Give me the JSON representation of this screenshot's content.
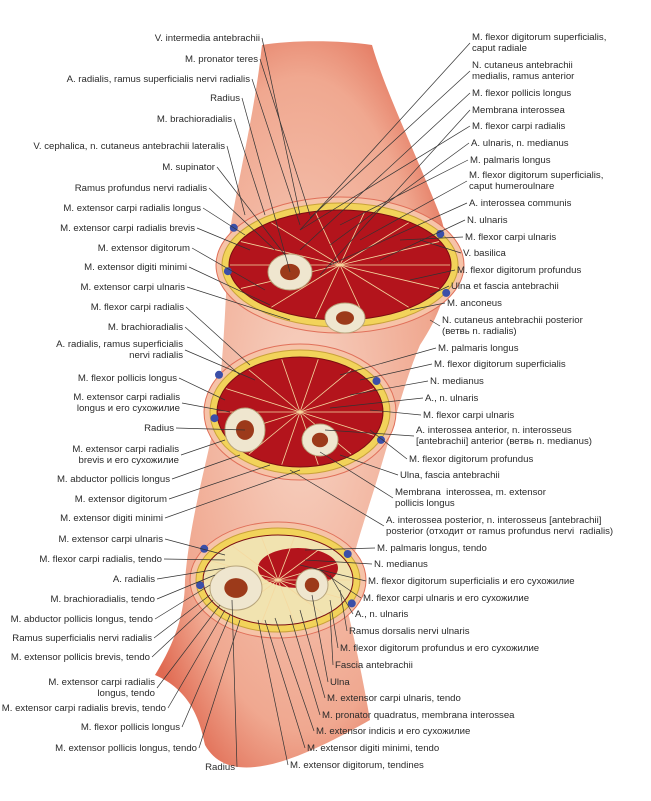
{
  "title": "Cross sections of the forearm",
  "left_labels": [
    "V. intermedia antebrachii",
    "M. pronator teres",
    "A. radialis, ramus superficialis nervi radialis",
    "Radius",
    "M. brachioradialis",
    "V. cephalica, n. cutaneus antebrachii lateralis",
    "M. supinator",
    "Ramus profundus nervi radialis",
    "M. extensor carpi radialis longus",
    "M. extensor carpi radialis brevis",
    "M. extensor digitorum",
    "M. extensor digiti minimi",
    "M. extensor carpi ulnaris",
    "M. flexor carpi radialis",
    "M. brachioradialis",
    "A. radialis, ramus superficialis\nnervi radialis",
    "M. flexor pollicis longus",
    "M. extensor carpi radialis\nlongus и его сухожилие",
    "Radius",
    "M. extensor carpi radialis\nbrevis и его сухожилие",
    "M. abductor pollicis longus",
    "M. extensor digitorum",
    "M. extensor digiti minimi",
    "M. extensor carpi ulnaris",
    "M. flexor carpi radialis, tendo",
    "A. radialis",
    "M. brachioradialis, tendo",
    "M. abductor pollicis longus, tendo",
    "Ramus superficialis nervi radialis",
    "M. extensor pollicis brevis, tendo",
    "M. extensor carpi radialis\nlongus, tendo",
    "M. extensor carpi radialis brevis, tendo",
    "M. flexor pollicis longus",
    "M. extensor pollicis longus, tendo",
    "Radius"
  ],
  "right_labels": [
    "M. flexor digitorum superficialis,\ncaput radiale",
    "N. cutaneus antebrachii\nmedialis, ramus anterior",
    "M. flexor pollicis longus",
    "Membrana interossea",
    "M. flexor carpi radialis",
    "A. ulnaris, n. medianus",
    "M. palmaris longus",
    "M. flexor digitorum superficialis,\ncaput humeroulnare",
    "A. interossea communis",
    "N. ulnaris",
    "M. flexor carpi ulnaris",
    "V. basilica",
    "M. flexor digitorum profundus",
    "Ulna et fascia antebrachii",
    "M. anconeus",
    "N. cutaneus antebrachii posterior\n(ветвь n. radialis)",
    "M. palmaris longus",
    "M. flexor digitorum superficialis",
    "N. medianus",
    "A., n. ulnaris",
    "M. flexor carpi ulnaris",
    "A. interossea anterior, n. interosseus\n[antebrachii] anterior (ветвь n. medianus)",
    "M. flexor digitorum profundus",
    "Ulna, fascia antebrachii",
    "Membrana  interossea, m. extensor\npollicis longus",
    "A. interossea posterior, n. interosseus [antebrachii]\nposterior (отходит от ramus profundus nervi  radialis)",
    "M. palmaris longus, tendo",
    "N. medianus",
    "M. flexor digitorum superficialis и его сухожилие",
    "M. flexor carpi ulnaris и его сухожилие",
    "A., n. ulnaris",
    "Ramus dorsalis nervi ulnaris",
    "M. flexor digitorum profundus и его сухожилие",
    "Fascia antebrachii",
    "Ulna",
    "M. extensor carpi ulnaris, tendo",
    "M. pronator quadratus, membrana interossea",
    "M. extensor indicis и его сухожилие",
    "M. extensor digiti minimi, tendo",
    "M. extensor digitorum, tendines"
  ],
  "colors": {
    "skin": "#f1b9a4",
    "skin_dark": "#e0705a",
    "muscle": "#b3141c",
    "fat": "#f2d35a",
    "bone": "#efe6cf",
    "marrow": "#9c3a1a",
    "vessel": "#3b4fa8",
    "text": "#2a2a2a"
  }
}
